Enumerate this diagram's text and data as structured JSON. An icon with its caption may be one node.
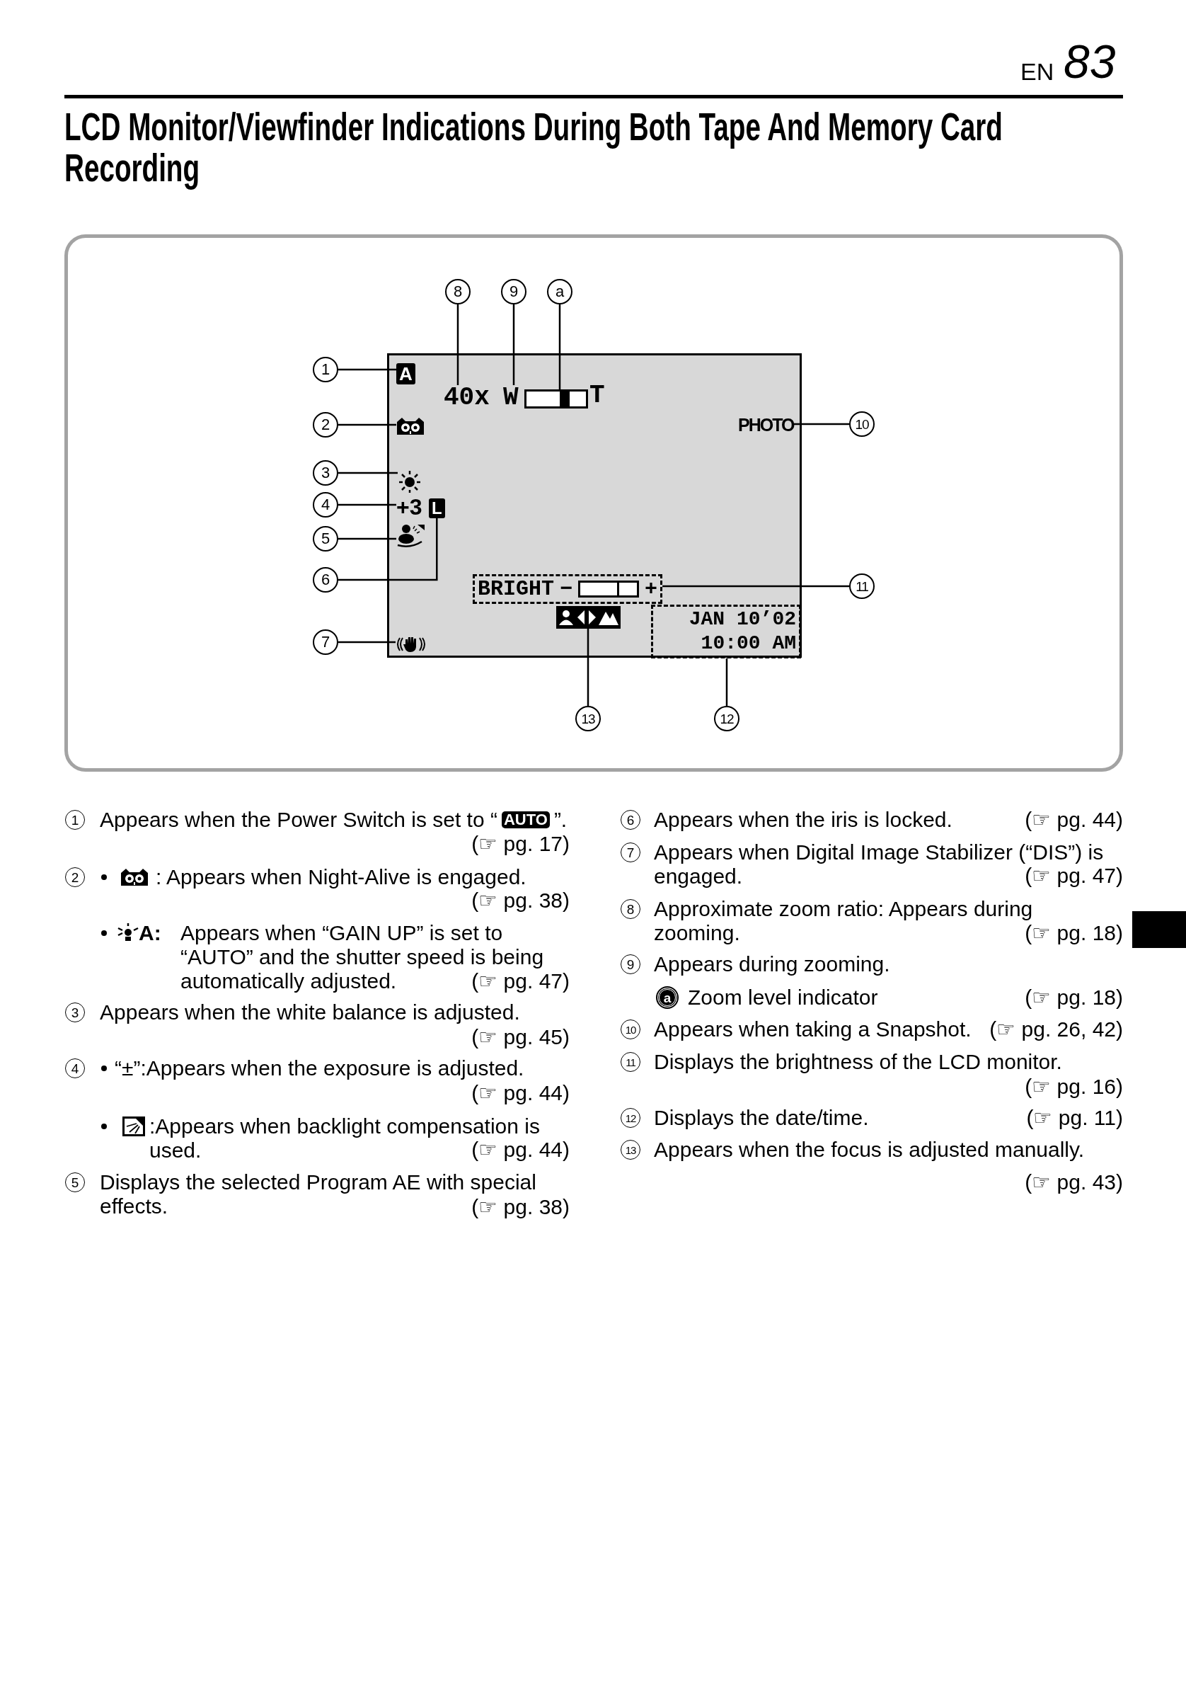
{
  "diagram": {
    "title": "LCD Monitor/Viewfinder Indications During Both Tape And Memory Card Recording",
    "nodes": [
      {
        "text": [],
        "shape": "box"
      },
      {
        "text": [
          "A"
        ],
        "in": 0
      },
      {
        "text": [
          "40x"
        ],
        "in": 0
      },
      {
        "text": [
          "W"
        ],
        "in": 0
      },
      {
        "text": [],
        "shape": "bar",
        "in": 0
      },
      {
        "text": [],
        "shape": "icon",
        "in": 0
      },
      {
        "text": [
          "PHOTO"
        ],
        "in": 0
      },
      {
        "text": [],
        "shape": "icon",
        "in": 0
      },
      {
        "text": [
          "+3"
        ],
        "in": 0
      },
      {
        "text": [
          "L"
        ],
        "in": 0
      },
      {
        "text": [],
        "shape": "icon",
        "in": 0
      },
      {
        "text": [
          "BRIGHT",
          "−",
          "+"
        ],
        "in": 0
      },
      {
        "text": [],
        "shape": "icon",
        "in": 0
      },
      {
        "text": [
          "JAN 10’02",
          "10:00 AM"
        ],
        "in": 0
      },
      {
        "text": [],
        "shape": "icon",
        "in": 0
      },
      {
        "text": [
          "8"
        ]
      },
      {
        "text": [
          "9"
        ]
      },
      {
        "text": [
          "a"
        ]
      },
      {
        "text": [
          "1"
        ]
      },
      {
        "text": [
          "2"
        ]
      },
      {
        "text": [
          "10"
        ]
      },
      {
        "text": [
          "3"
        ]
      },
      {
        "text": [
          "4"
        ]
      },
      {
        "text": [
          "5"
        ]
      },
      {
        "text": [
          "6"
        ]
      },
      {
        "text": [
          "11"
        ]
      },
      {
        "text": [
          "7"
        ]
      },
      {
        "text": [
          "13"
        ]
      },
      {
        "text": [
          "12"
        ]
      }
    ],
    "edges": [
      {
        "from": 15,
        "to": 2,
        "arrow": "none"
      },
      {
        "from": 16,
        "to": 3,
        "arrow": "none"
      },
      {
        "from": 17,
        "to": 4,
        "arrow": "none"
      },
      {
        "from": 18,
        "to": 1,
        "arrow": "none"
      },
      {
        "from": 19,
        "to": 5,
        "arrow": "none"
      },
      {
        "from": 20,
        "to": 6,
        "arrow": "none"
      },
      {
        "from": 21,
        "to": 7,
        "arrow": "none"
      },
      {
        "from": 22,
        "to": 8,
        "arrow": "none"
      },
      {
        "from": 23,
        "to": 10,
        "arrow": "none"
      },
      {
        "from": 24,
        "to": 9,
        "arrow": "none"
      },
      {
        "from": 25,
        "to": 11,
        "arrow": "none"
      },
      {
        "from": 26,
        "to": 14,
        "arrow": "none"
      },
      {
        "from": 27,
        "to": 12,
        "arrow": "none"
      },
      {
        "from": 28,
        "to": 13,
        "arrow": "none"
      }
    ],
    "labels": [
      "EN",
      "83",
      "T",
      "1",
      "Appears when the Power Switch is set to “",
      "AUTO",
      "”.",
      "(☞ pg. 17)",
      "2",
      ": Appears when Night-Alive is engaged.",
      "(☞ pg. 38)",
      "A:",
      "Appears when “GAIN UP” is set to “AUTO” and the shutter  speed is being automatically adjusted.",
      "(☞ pg. 47)",
      "3",
      "Appears when the white balance is adjusted.",
      "(☞ pg. 45)",
      "4",
      "“±”:Appears when the exposure is adjusted.",
      "(☞ pg. 44)",
      ":Appears when backlight compensation is used.",
      "(☞ pg. 44)",
      "5",
      "Displays the selected Program AE with special effects.",
      "(☞ pg. 38)",
      "6",
      "Appears when the iris is locked.",
      "(☞ pg. 44)",
      "7",
      "Appears when Digital Image Stabilizer (“DIS”) is engaged.",
      "(☞ pg. 47)",
      "8",
      "Approximate zoom ratio: Appears during zooming.",
      "(☞ pg. 18)",
      "9",
      "Appears during zooming.",
      "a",
      "Zoom level indicator",
      "(☞ pg. 18)",
      "10",
      "Appears when taking a Snapshot.",
      "(☞ pg. 26, 42)",
      "11",
      "Displays the brightness of the LCD monitor.",
      "(☞ pg. 16)",
      "12",
      "Displays the date/time.",
      "(☞ pg. 11)",
      "13",
      "Appears when the focus is adjusted manually.",
      "(☞ pg. 43)"
    ]
  }
}
